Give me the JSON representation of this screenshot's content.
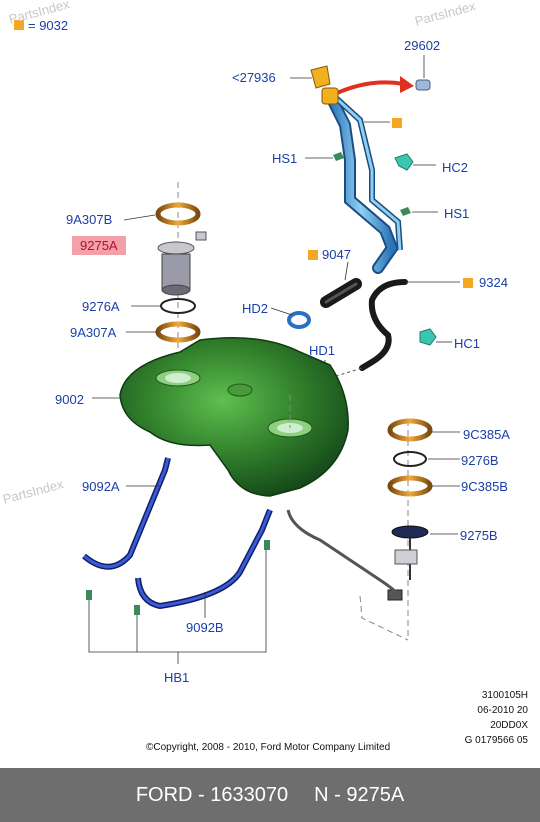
{
  "legend": {
    "text": "= 9032"
  },
  "watermarks": [
    "PartsIndex",
    "PartsIndex"
  ],
  "labels": {
    "p29602": "29602",
    "p27936": "<27936",
    "hs1_top": "HS1",
    "hc2": "HC2",
    "hs1_right": "HS1",
    "p9a307b": "9A307B",
    "p9275a": "9275A",
    "p9047": "9047",
    "p9324": "9324",
    "p9276a": "9276A",
    "hd2": "HD2",
    "p9a307a": "9A307A",
    "hc1": "HC1",
    "hd1": "HD1",
    "p9002": "9002",
    "p9c385a": "9C385A",
    "p9276b": "9276B",
    "p9092a": "9092A",
    "p9c385b": "9C385B",
    "p9275b": "9275B",
    "p9092b": "9092B",
    "hb1": "HB1"
  },
  "meta": [
    "3100105H",
    "06-2010 20",
    "20DD0X",
    "G 0179566 05"
  ],
  "copyright": "©Copyright, 2008 - 2010, Ford Motor Company Limited",
  "footer": {
    "brand": "FORD - 1633070",
    "part": "N - 9275A"
  },
  "colors": {
    "label": "#1a3fa8",
    "highlight": "#f4a0a8",
    "tank": "#2f7d2a",
    "pipe": "#4aa3d8",
    "strap": "#1f3aa0",
    "footer_bg": "#6e6e6e",
    "legend": "#f5a623"
  }
}
